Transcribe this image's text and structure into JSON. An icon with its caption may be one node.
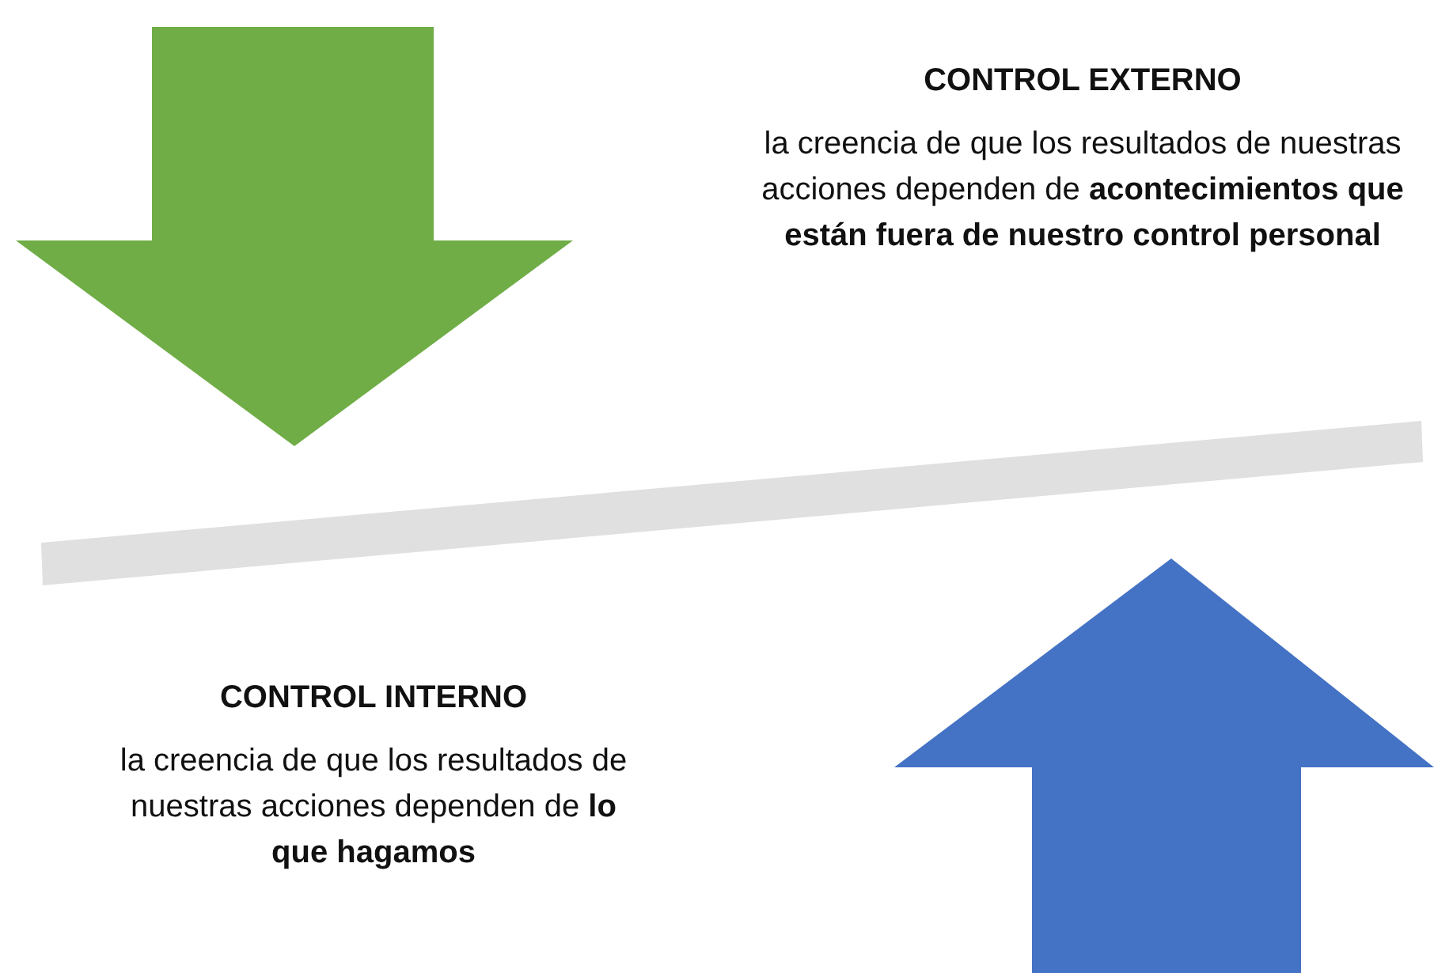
{
  "diagram": {
    "labels": [
      "CONTROL EXTERNO",
      "la creencia de que los resultados de nuestras acciones dependen de **acontecimientos que están fuera de nuestro control personal**",
      "CONTROL INTERNO",
      "la creencia de que los resultados de nuestras acciones dependen de **lo que hagamos**"
    ]
  }
}
